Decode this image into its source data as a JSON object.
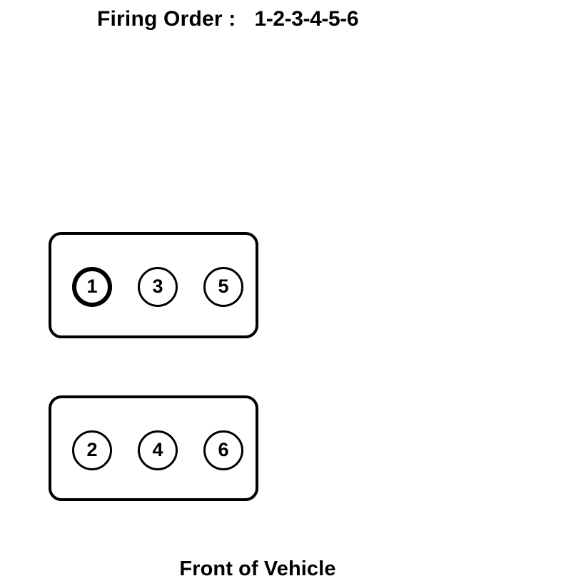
{
  "diagram": {
    "title_label": "Firing Order :",
    "firing_sequence": "1-2-3-4-5-6",
    "front_caption": "Front of Vehicle",
    "stroke_color": "#000000",
    "background_color": "#ffffff",
    "banks": [
      {
        "name": "rear-bank",
        "cylinders": [
          {
            "number": "1",
            "highlighted": true
          },
          {
            "number": "3",
            "highlighted": false
          },
          {
            "number": "5",
            "highlighted": false
          }
        ]
      },
      {
        "name": "front-bank",
        "cylinders": [
          {
            "number": "2",
            "highlighted": false
          },
          {
            "number": "4",
            "highlighted": false
          },
          {
            "number": "6",
            "highlighted": false
          }
        ]
      }
    ]
  }
}
